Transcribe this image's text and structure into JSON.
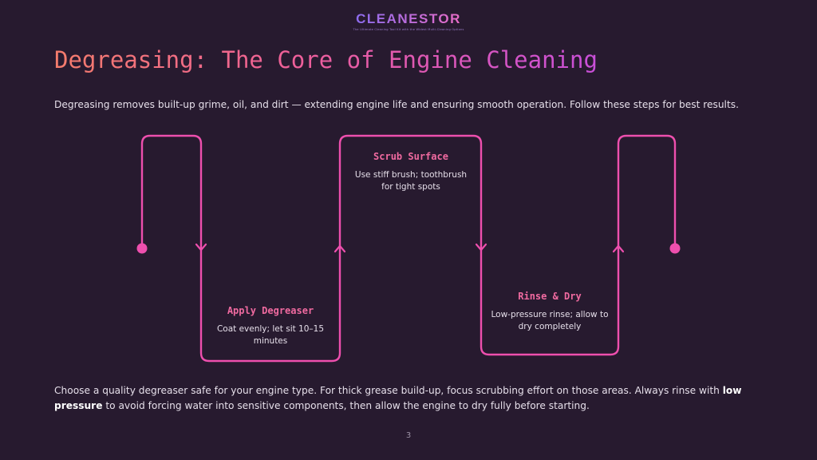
{
  "brand": {
    "name": "CLEANESTOR",
    "tagline": "The Ultimate Cleaning Tool Kit with the Widest Multi-Cleaning Options"
  },
  "title": "Degreasing: The Core of Engine Cleaning",
  "intro": "Degreasing removes built-up grime, oil, and dirt — extending engine life and ensuring smooth operation. Follow these steps for best results.",
  "steps": [
    {
      "title": "Apply Degreaser",
      "desc": "Coat evenly; let sit 10–15 minutes"
    },
    {
      "title": "Scrub Surface",
      "desc": "Use stiff brush; toothbrush for tight spots"
    },
    {
      "title": "Rinse & Dry",
      "desc": "Low-pressure rinse; allow to dry completely"
    }
  ],
  "note": {
    "part1": "Choose a quality degreaser safe for your engine type. For thick grease build-up, focus scrubbing effort on those areas. Always rinse with ",
    "emphasis": "low pressure",
    "part2": " to avoid forcing water into sensitive components, then allow the engine to dry fully before starting."
  },
  "page_number": "3",
  "colors": {
    "background": "#271a2f",
    "line": "#ee4fae",
    "accent": "#f06aa0"
  }
}
